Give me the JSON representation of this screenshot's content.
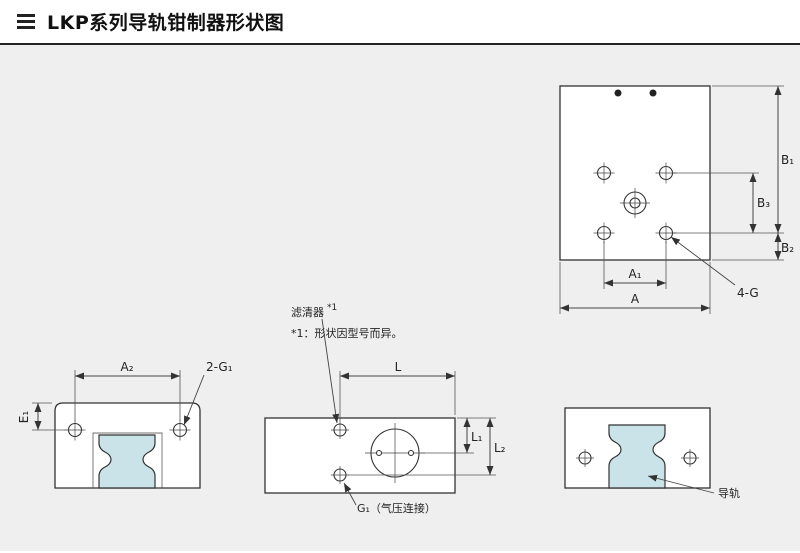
{
  "header": {
    "title": "LKP系列导轨钳制器形状图",
    "icon": "hamburger-section-marker"
  },
  "colors": {
    "background": "#efefef",
    "line": "#333333",
    "rail_fill": "#c9e3e8",
    "header_divider": "#222222"
  },
  "views": {
    "top": {
      "labels": {
        "b1": "B₁",
        "b3": "B₃",
        "b2": "B₂",
        "a1": "A₁",
        "a": "A",
        "four_g": "4-G"
      }
    },
    "front": {
      "labels": {
        "a2": "A₂",
        "e1": "E₁",
        "two_g1": "2-G₁"
      }
    },
    "side": {
      "labels": {
        "l": "L",
        "l1": "L₁",
        "l2": "L₂",
        "filter": "滤清器",
        "filter_ref": "*1",
        "note": "*1：形状因型号而异。",
        "g1": "G₁（气压连接）"
      }
    },
    "rail_end": {
      "labels": {
        "rail": "导轨"
      }
    }
  }
}
